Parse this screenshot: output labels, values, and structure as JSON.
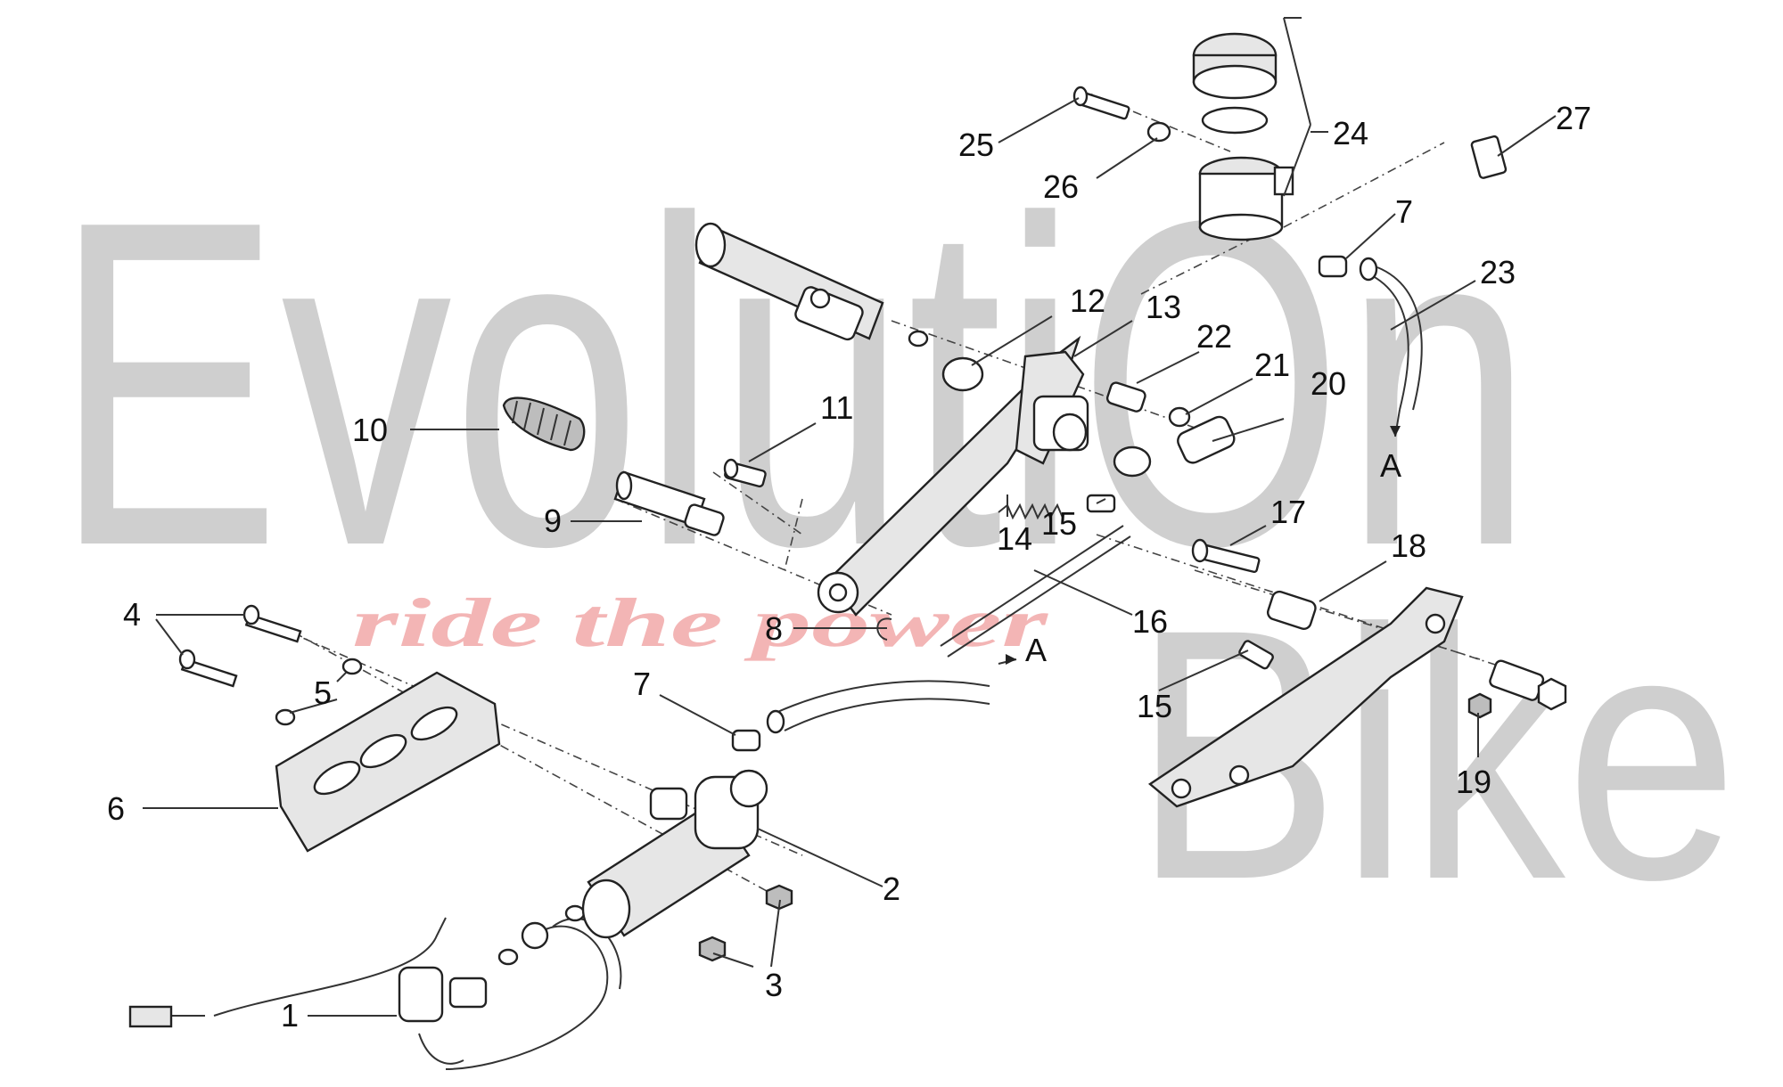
{
  "watermark": {
    "brand_line1": "EvolutiOn",
    "brand_line2": "Bike",
    "tagline": "ride the power"
  },
  "callouts": [
    {
      "id": "c1",
      "label": "1"
    },
    {
      "id": "c2",
      "label": "2"
    },
    {
      "id": "c3",
      "label": "3"
    },
    {
      "id": "c4",
      "label": "4"
    },
    {
      "id": "c5",
      "label": "5"
    },
    {
      "id": "c6",
      "label": "6"
    },
    {
      "id": "c7a",
      "label": "7"
    },
    {
      "id": "c7b",
      "label": "7"
    },
    {
      "id": "c8",
      "label": "8"
    },
    {
      "id": "c9",
      "label": "9"
    },
    {
      "id": "c10",
      "label": "10"
    },
    {
      "id": "c11",
      "label": "11"
    },
    {
      "id": "c12",
      "label": "12"
    },
    {
      "id": "c13",
      "label": "13"
    },
    {
      "id": "c14",
      "label": "14"
    },
    {
      "id": "c15a",
      "label": "15"
    },
    {
      "id": "c15b",
      "label": "15"
    },
    {
      "id": "c16",
      "label": "16"
    },
    {
      "id": "c17",
      "label": "17"
    },
    {
      "id": "c18",
      "label": "18"
    },
    {
      "id": "c19",
      "label": "19"
    },
    {
      "id": "c20",
      "label": "20"
    },
    {
      "id": "c21",
      "label": "21"
    },
    {
      "id": "c22",
      "label": "22"
    },
    {
      "id": "c23",
      "label": "23"
    },
    {
      "id": "c24",
      "label": "24"
    },
    {
      "id": "c25",
      "label": "25"
    },
    {
      "id": "c26",
      "label": "26"
    },
    {
      "id": "c27",
      "label": "27"
    }
  ],
  "connectors": [
    {
      "id": "a1",
      "label": "A"
    },
    {
      "id": "a2",
      "label": "A"
    }
  ]
}
